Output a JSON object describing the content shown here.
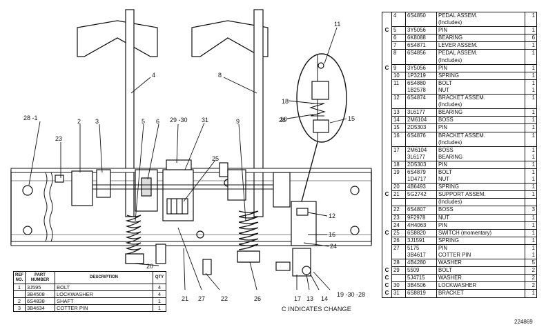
{
  "figure_number": "224869",
  "note_text": "C INDICATES CHANGE",
  "callouts": [
    {
      "label": "28 -1",
      "id": "28-1"
    },
    {
      "label": "23",
      "id": "23"
    },
    {
      "label": "2",
      "id": "2"
    },
    {
      "label": "3",
      "id": "3"
    },
    {
      "label": "4",
      "id": "4"
    },
    {
      "label": "5",
      "id": "5"
    },
    {
      "label": "6",
      "id": "6"
    },
    {
      "label": "29 -30",
      "id": "29-30"
    },
    {
      "label": "31",
      "id": "31"
    },
    {
      "label": "25",
      "id": "25"
    },
    {
      "label": "8",
      "id": "8"
    },
    {
      "label": "9",
      "id": "9"
    },
    {
      "label": "28",
      "id": "28"
    },
    {
      "label": "11",
      "id": "11"
    },
    {
      "label": "18",
      "id": "18"
    },
    {
      "label": "10",
      "id": "10"
    },
    {
      "label": "15",
      "id": "15"
    },
    {
      "label": "12",
      "id": "12"
    },
    {
      "label": "16",
      "id": "16"
    },
    {
      "label": "24",
      "id": "24"
    },
    {
      "label": "20",
      "id": "20"
    },
    {
      "label": "21",
      "id": "21"
    },
    {
      "label": "27",
      "id": "27"
    },
    {
      "label": "22",
      "id": "22"
    },
    {
      "label": "26",
      "id": "26"
    },
    {
      "label": "17",
      "id": "17"
    },
    {
      "label": "13",
      "id": "13"
    },
    {
      "label": "14",
      "id": "14"
    },
    {
      "label": "19 -30 -28",
      "id": "19-30-28"
    }
  ],
  "small_table": {
    "headers": {
      "ref": "REF NO.",
      "part": "PART NUMBER",
      "desc": "DESCRIPTION",
      "qty": "QTY"
    },
    "rows": [
      {
        "ref": "1",
        "part": "3J595",
        "desc": "BOLT",
        "qty": "4"
      },
      {
        "ref": "",
        "part": "3B4508",
        "desc": "LOCKWASHER",
        "qty": "4"
      },
      {
        "ref": "2",
        "part": "6S4838",
        "desc": "SHAFT",
        "qty": "1"
      },
      {
        "ref": "3",
        "part": "3B4634",
        "desc": "COTTER PIN",
        "qty": "1"
      }
    ]
  },
  "parts_list": [
    {
      "c": "",
      "ref": "4",
      "pn": "6S4850",
      "desc": "PEDAL ASSEM.",
      "qty": "1"
    },
    {
      "c": "",
      "ref": "",
      "pn": "",
      "desc": "(Includes)",
      "qty": ""
    },
    {
      "c": "C",
      "ref": "5",
      "pn": "3Y5056",
      "desc": "PIN",
      "qty": "1"
    },
    {
      "c": "",
      "ref": "6",
      "pn": "6K8088",
      "desc": "BEARING",
      "qty": "6"
    },
    {
      "c": "",
      "ref": "7",
      "pn": "6S4871",
      "desc": "LEVER ASSEM.",
      "qty": "1"
    },
    {
      "c": "",
      "ref": "8",
      "pn": "6S4856",
      "desc": "PEDAL ASSEM.",
      "qty": "1"
    },
    {
      "c": "",
      "ref": "",
      "pn": "",
      "desc": "(Includes)",
      "qty": ""
    },
    {
      "c": "C",
      "ref": "9",
      "pn": "3Y5056",
      "desc": "PIN",
      "qty": "1"
    },
    {
      "c": "",
      "ref": "10",
      "pn": "1P3219",
      "desc": "SPRING",
      "qty": "1"
    },
    {
      "c": "",
      "ref": "11",
      "pn": "6S4880",
      "desc": "BOLT",
      "qty": "1"
    },
    {
      "c": "",
      "ref": "",
      "pn": "1B2578",
      "desc": "NUT",
      "qty": "1"
    },
    {
      "c": "",
      "ref": "12",
      "pn": "6S4874",
      "desc": "BRACKET ASSEM.",
      "qty": "1"
    },
    {
      "c": "",
      "ref": "",
      "pn": "",
      "desc": "(Includes)",
      "qty": ""
    },
    {
      "c": "",
      "ref": "13",
      "pn": "3L6177",
      "desc": "BEARING",
      "qty": "1"
    },
    {
      "c": "",
      "ref": "14",
      "pn": "2M6104",
      "desc": "BOSS",
      "qty": "1"
    },
    {
      "c": "",
      "ref": "15",
      "pn": "2D5303",
      "desc": "PIN",
      "qty": "1"
    },
    {
      "c": "",
      "ref": "16",
      "pn": "6S4876",
      "desc": "BRACKET ASSEM.",
      "qty": "1"
    },
    {
      "c": "",
      "ref": "",
      "pn": "",
      "desc": "(Includes)",
      "qty": ""
    },
    {
      "c": "",
      "ref": "17",
      "pn": "2M6104",
      "desc": "BOSS",
      "qty": "1"
    },
    {
      "c": "",
      "ref": "",
      "pn": "3L6177",
      "desc": "BEARING",
      "qty": "1"
    },
    {
      "c": "",
      "ref": "18",
      "pn": "2D5303",
      "desc": "PIN",
      "qty": "1"
    },
    {
      "c": "",
      "ref": "19",
      "pn": "6S4879",
      "desc": "BOLT",
      "qty": "1"
    },
    {
      "c": "",
      "ref": "",
      "pn": "1D4717",
      "desc": "NUT",
      "qty": "1"
    },
    {
      "c": "",
      "ref": "20",
      "pn": "4B6493",
      "desc": "SPRING",
      "qty": "1"
    },
    {
      "c": "C",
      "ref": "21",
      "pn": "5G2742",
      "desc": "SUPPORT ASSEM.",
      "qty": "1"
    },
    {
      "c": "",
      "ref": "",
      "pn": "",
      "desc": "(Includes)",
      "qty": ""
    },
    {
      "c": "",
      "ref": "22",
      "pn": "6S4807",
      "desc": "BOSS",
      "qty": "3"
    },
    {
      "c": "",
      "ref": "23",
      "pn": "9F2978",
      "desc": "NUT",
      "qty": "1"
    },
    {
      "c": "",
      "ref": "24",
      "pn": "4H4063",
      "desc": "PIN",
      "qty": "1"
    },
    {
      "c": "C",
      "ref": "25",
      "pn": "6S8820",
      "desc": "SWITCH (momentary)",
      "qty": "1"
    },
    {
      "c": "",
      "ref": "26",
      "pn": "3J1591",
      "desc": "SPRING",
      "qty": "1"
    },
    {
      "c": "",
      "ref": "27",
      "pn": "5175",
      "desc": "PIN",
      "qty": "1"
    },
    {
      "c": "",
      "ref": "",
      "pn": "3B4617",
      "desc": "COTTER PIN",
      "qty": "1"
    },
    {
      "c": "",
      "ref": "28",
      "pn": "4B4280",
      "desc": "WASHER",
      "qty": "5"
    },
    {
      "c": "C",
      "ref": "29",
      "pn": "5509",
      "desc": "BOLT",
      "qty": "2"
    },
    {
      "c": "C",
      "ref": "",
      "pn": "5J4715",
      "desc": "WASHER",
      "qty": "2"
    },
    {
      "c": "C",
      "ref": "30",
      "pn": "3B4506",
      "desc": "LOCKWASHER",
      "qty": "2"
    },
    {
      "c": "C",
      "ref": "31",
      "pn": "6S8819",
      "desc": "BRACKET",
      "qty": "1"
    }
  ]
}
